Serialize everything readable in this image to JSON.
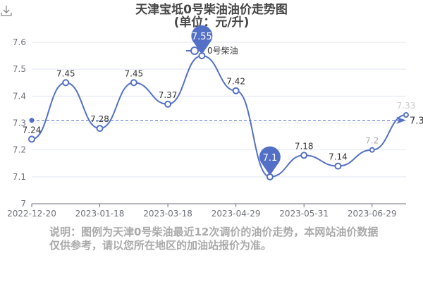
{
  "title": "天津宝坻0号柴油油价走势图",
  "subtitle": "(单位：元/升)",
  "toolbox": {
    "download_icon": "download-icon"
  },
  "note": "说明：图例为天津0号柴油最近12次调价的油价走势，本网站油价数据仅供参考，请以您所在地区的加油站报价为准。",
  "colors": {
    "series": "#5470c6",
    "axis": "#6e7079",
    "grid": "#e0e6f1"
  },
  "chart_data": {
    "type": "line",
    "smooth": true,
    "title": "天津宝坻0号柴油油价走势图",
    "legend": [
      "0号柴油"
    ],
    "legend_position": "top-center",
    "x": [
      "2022-12-20",
      "",
      "2023-01-18",
      "",
      "2023-03-18",
      "",
      "2023-04-29",
      "",
      "2023-05-31",
      "",
      "2023-06-29",
      ""
    ],
    "x_tick_labels": [
      "2022-12-20",
      "2023-01-18",
      "2023-03-18",
      "2023-04-29",
      "2023-05-31",
      "2023-06-29"
    ],
    "series": [
      {
        "name": "0号柴油",
        "values": [
          7.24,
          7.45,
          7.28,
          7.45,
          7.37,
          7.55,
          7.42,
          7.1,
          7.18,
          7.14,
          7.2,
          7.33
        ]
      }
    ],
    "ylim": [
      7.0,
      7.6
    ],
    "y_ticks": [
      "7",
      "7.1",
      "7.2",
      "7.3",
      "7.4",
      "7.5",
      "7.6"
    ],
    "mark_point": {
      "max": "7.55",
      "min": "7.1"
    },
    "mark_line": {
      "type": "average",
      "label": "7.3",
      "value": 7.31
    },
    "grid": true
  }
}
